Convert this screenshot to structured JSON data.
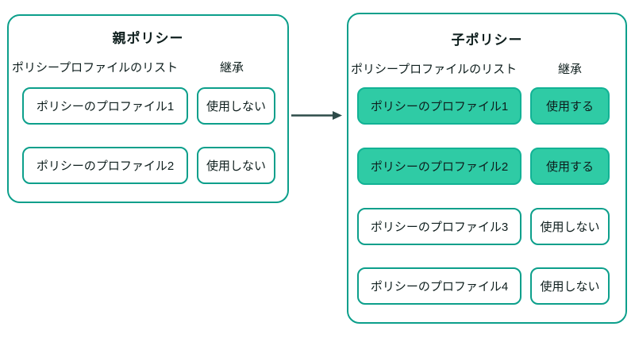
{
  "diagram": {
    "parent_box": {
      "title": "親ポリシー",
      "list_label": "ポリシープロファイルのリスト",
      "inherit_label": "継承",
      "rows": [
        {
          "profile": "ポリシーのプロファイル1",
          "inherit": "使用しない",
          "active": false
        },
        {
          "profile": "ポリシーのプロファイル2",
          "inherit": "使用しない",
          "active": false
        }
      ]
    },
    "child_box": {
      "title": "子ポリシー",
      "list_label": "ポリシープロファイルのリスト",
      "inherit_label": "継承",
      "rows": [
        {
          "profile": "ポリシーのプロファイル1",
          "inherit": "使用する",
          "active": true
        },
        {
          "profile": "ポリシーのプロファイル2",
          "inherit": "使用する",
          "active": true
        },
        {
          "profile": "ポリシーのプロファイル3",
          "inherit": "使用しない",
          "active": false
        },
        {
          "profile": "ポリシーのプロファイル4",
          "inherit": "使用しない",
          "active": false
        }
      ]
    },
    "colors": {
      "border_teal": "#0c9f8b",
      "active_fill": "#2fcba5",
      "active_border": "#12b295",
      "arrow": "#2d4b49",
      "text": "#0e1e1d"
    }
  }
}
